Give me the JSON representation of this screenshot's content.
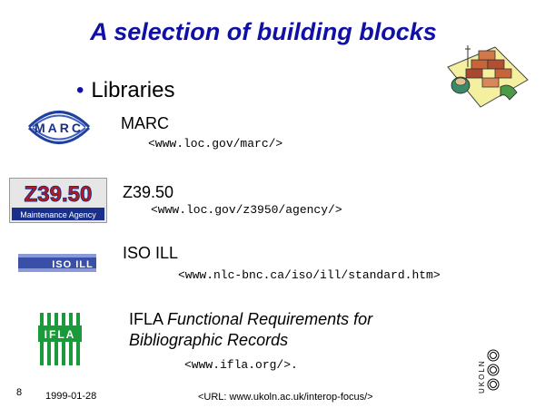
{
  "title": "A selection of building blocks",
  "bullet": "•",
  "section": "Libraries",
  "items": [
    {
      "name": "MARC",
      "url": "<www.loc.gov/marc/>",
      "logo_text": "MARC"
    },
    {
      "name": "Z39.50",
      "url": "<www.loc.gov/z3950/agency/>",
      "logo_text": "Z39.50",
      "logo_subtext": "Maintenance Agency"
    },
    {
      "name": "ISO ILL",
      "url": "<www.nlc-bnc.ca/iso/ill/standard.htm>",
      "logo_text": "ISO ILL"
    },
    {
      "name_prefix": "IFLA ",
      "name_italic_1": "Functional Requirements for",
      "name_italic_2": "Bibliographic Records",
      "url": "<www.ifla.org/>",
      "url_suffix": ".",
      "logo_text": "IFLA"
    }
  ],
  "ukoln_text": "UKOLN",
  "footer": {
    "page_number": "8",
    "date": "1999-01-28",
    "url": "<URL: www.ukoln.ac.uk/interop-focus/>"
  },
  "icons": {
    "clipart": "building-blocks-clipart-icon"
  },
  "colors": {
    "title": "#1010a8",
    "marc_blue": "#2040a0",
    "z_red": "#c01818",
    "z_blue": "#1a2f8a",
    "iso_blue": "#3a4fa8",
    "ifla_green": "#1a9a3a"
  }
}
